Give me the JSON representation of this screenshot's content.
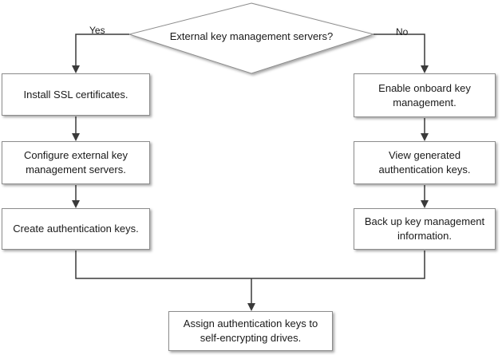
{
  "decision": {
    "text": "External key management servers?",
    "yes_label": "Yes",
    "no_label": "No"
  },
  "left_steps": [
    "Install SSL certificates.",
    "Configure external key management servers.",
    "Create authentication keys."
  ],
  "right_steps": [
    "Enable onboard key management.",
    "View generated authentication keys.",
    "Back up key management information."
  ],
  "final_step": "Assign authentication keys to self-encrypting drives."
}
